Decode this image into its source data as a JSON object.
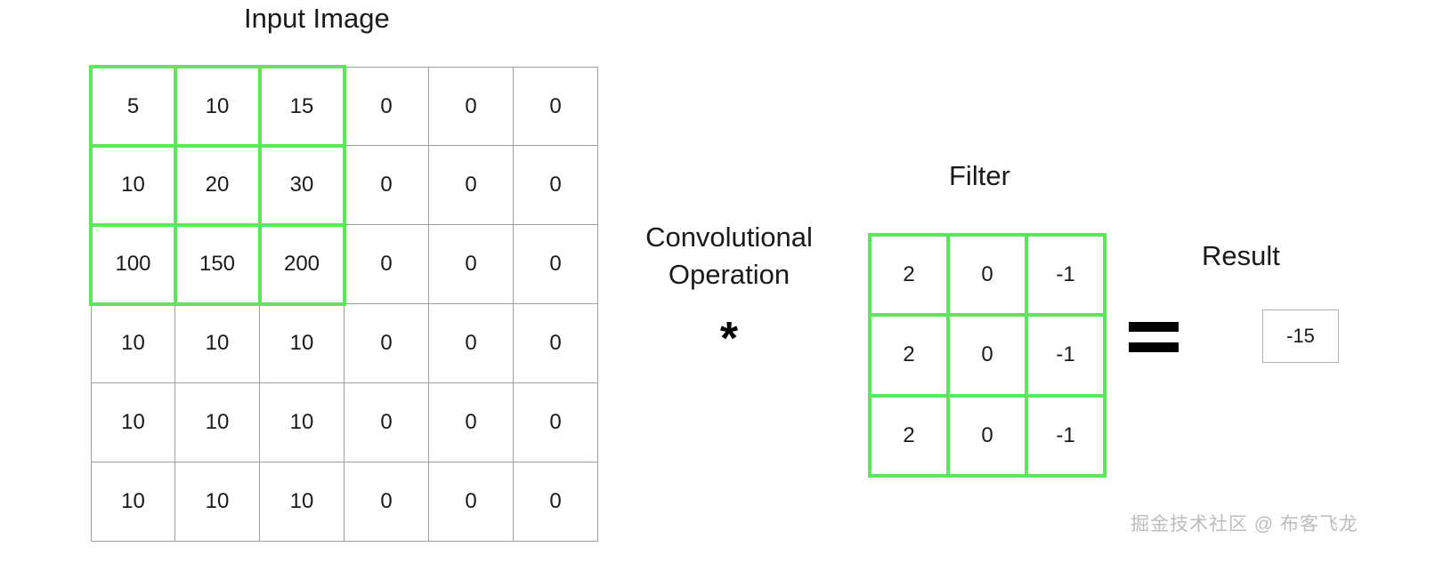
{
  "labels": {
    "input_title": "Input Image",
    "filter_title": "Filter",
    "result_title": "Result",
    "operation_line1": "Convolutional",
    "operation_line2": "Operation",
    "asterisk": "*",
    "watermark": "掘金技术社区 @ 布客飞龙"
  },
  "colors": {
    "highlight_green": "#5ce65c",
    "grid_gray": "#9e9e9e",
    "result_border": "#b3b3b3",
    "text": "#1a1a1a",
    "watermark": "#bdbdbd"
  },
  "chart_data": {
    "type": "table",
    "title": "Input Image",
    "description": "2D convolution illustration: a 6x6 input image matrix convolved with a 3x3 filter produces a single result value.",
    "input_image": {
      "label": "Input Image",
      "rows": 6,
      "cols": 6,
      "values": [
        [
          5,
          10,
          15,
          0,
          0,
          0
        ],
        [
          10,
          20,
          30,
          0,
          0,
          0
        ],
        [
          100,
          150,
          200,
          0,
          0,
          0
        ],
        [
          10,
          10,
          10,
          0,
          0,
          0
        ],
        [
          10,
          10,
          10,
          0,
          0,
          0
        ],
        [
          10,
          10,
          10,
          0,
          0,
          0
        ]
      ],
      "highlight": {
        "row_start": 0,
        "col_start": 0,
        "rows": 3,
        "cols": 3,
        "color": "#5ce65c"
      }
    },
    "filter": {
      "label": "Filter",
      "rows": 3,
      "cols": 3,
      "values": [
        [
          2,
          0,
          -1
        ],
        [
          2,
          0,
          -1
        ],
        [
          2,
          0,
          -1
        ]
      ],
      "border_color": "#5ce65c"
    },
    "operator": "*",
    "equals": "=",
    "result": {
      "label": "Result",
      "value": "-15"
    }
  },
  "input_cells": [
    "5",
    "10",
    "15",
    "0",
    "0",
    "0",
    "10",
    "20",
    "30",
    "0",
    "0",
    "0",
    "100",
    "150",
    "200",
    "0",
    "0",
    "0",
    "10",
    "10",
    "10",
    "0",
    "0",
    "0",
    "10",
    "10",
    "10",
    "0",
    "0",
    "0",
    "10",
    "10",
    "10",
    "0",
    "0",
    "0"
  ],
  "filter_cells": [
    "2",
    "0",
    "-1",
    "2",
    "0",
    "-1",
    "2",
    "0",
    "-1"
  ],
  "result_value": "-15"
}
